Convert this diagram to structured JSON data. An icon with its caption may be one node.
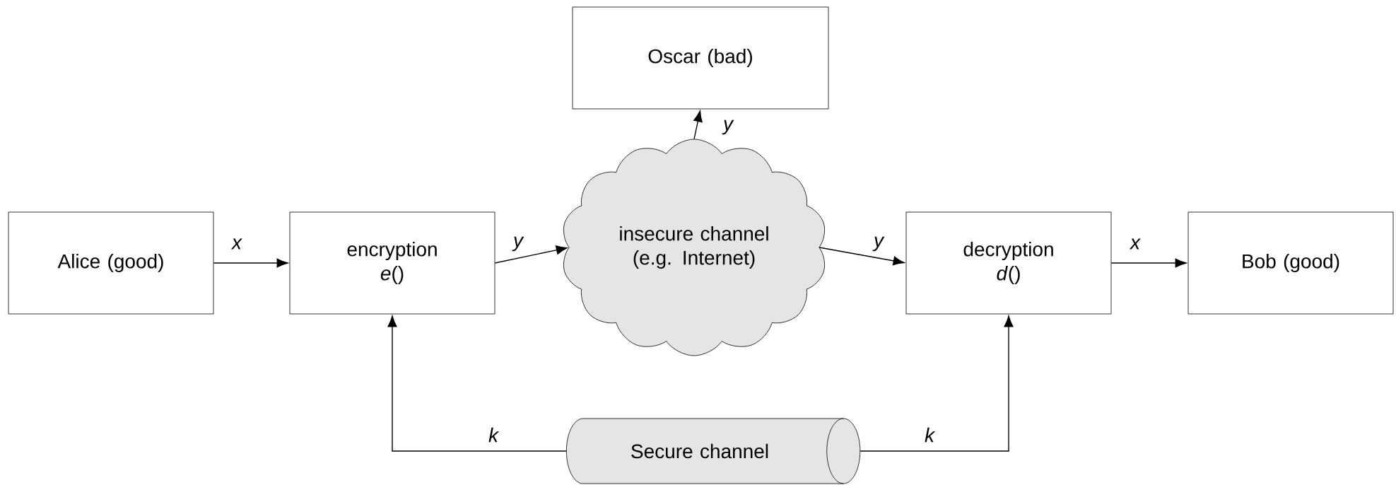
{
  "diagram": {
    "nodes": [
      {
        "text": [
          "Alice (good)"
        ]
      },
      {
        "text": [
          "encryption",
          "*e*()"
        ]
      },
      {
        "text": [
          "insecure channel (e.g. Internet)"
        ]
      },
      {
        "text": [
          "Oscar (bad)"
        ]
      },
      {
        "text": [
          "decryption",
          "*d*()"
        ]
      },
      {
        "text": [
          "Bob (good)"
        ]
      },
      {
        "text": [
          "Secure channel"
        ]
      }
    ],
    "edges": [
      {
        "from": 0,
        "to": 1,
        "arrow": "to",
        "label": "x"
      },
      {
        "from": 1,
        "to": 2,
        "arrow": "to",
        "label": "y"
      },
      {
        "from": 2,
        "to": 3,
        "arrow": "to",
        "label": "y"
      },
      {
        "from": 2,
        "to": 4,
        "arrow": "to",
        "label": "y"
      },
      {
        "from": 4,
        "to": 5,
        "arrow": "to",
        "label": "x"
      },
      {
        "from": 6,
        "to": 1,
        "arrow": "to",
        "label": "k"
      },
      {
        "from": 6,
        "to": 4,
        "arrow": "to",
        "label": "k"
      }
    ]
  }
}
